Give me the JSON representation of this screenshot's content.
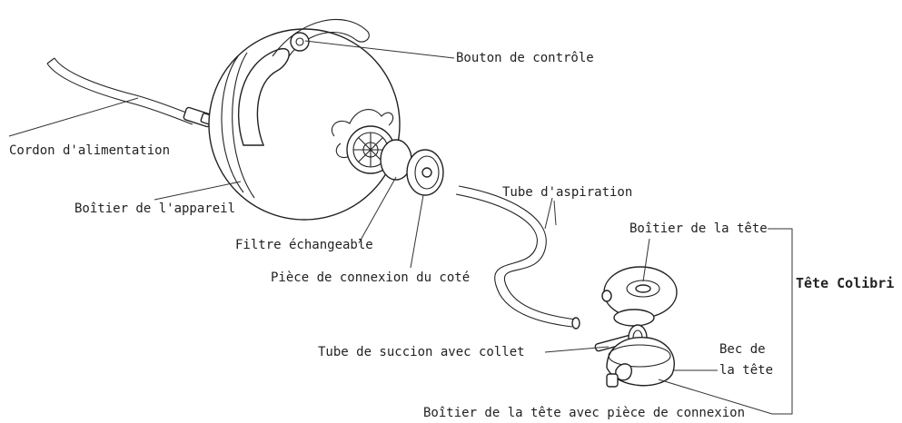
{
  "diagram": {
    "labels": {
      "cordon": "Cordon d'alimentation",
      "boitier_appareil": "Boîtier de l'appareil",
      "bouton": "Bouton de contrôle",
      "filtre": "Filtre échangeable",
      "piece_connexion": "Pièce de connexion du coté",
      "tube_aspiration": "Tube d'aspiration",
      "boitier_tete": "Boîtier de la tête",
      "tete_colibri": "Tête Colibri",
      "tube_succion": "Tube de succion avec collet",
      "bec_l1": "Bec de",
      "bec_l2": "la tête",
      "boitier_tete_connexion": "Boîtier de la tête avec pièce de connexion"
    }
  }
}
